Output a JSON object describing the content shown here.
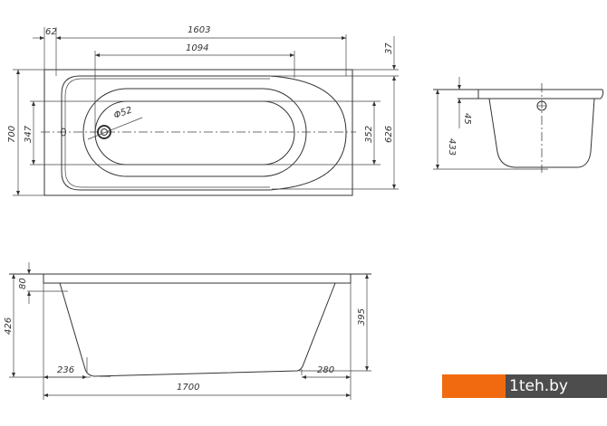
{
  "dimensions": {
    "top_view": {
      "d62": "62",
      "d1603": "1603",
      "d1094": "1094",
      "d37": "37",
      "d700": "700",
      "d347": "347",
      "d352": "352",
      "d626": "626",
      "drain": "Φ52"
    },
    "end_view": {
      "d433": "433",
      "d45": "45"
    },
    "side_view": {
      "d80": "80",
      "d426": "426",
      "d395": "395",
      "d236": "236",
      "d280": "280",
      "d1700": "1700"
    }
  },
  "logo": {
    "text": "1teh.by",
    "colors": {
      "orange": "#f26a10",
      "gray": "#4d4d4d"
    }
  }
}
